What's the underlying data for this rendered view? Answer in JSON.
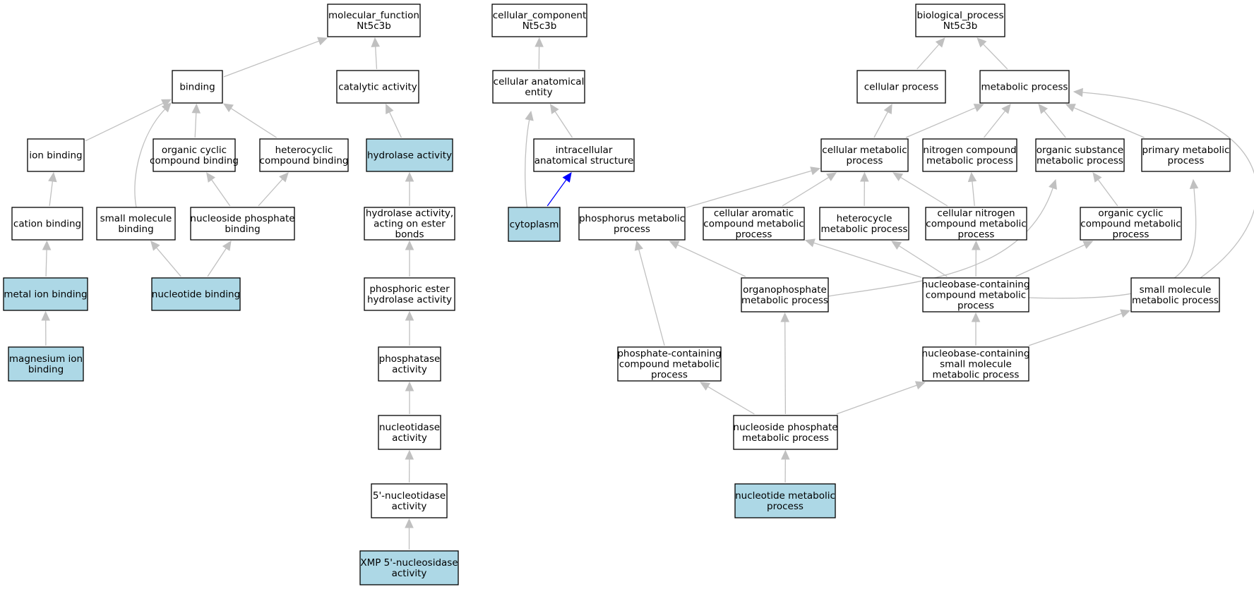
{
  "colors": {
    "highlight_fill": "#add8e6",
    "default_fill": "#ffffff",
    "edge": "#c0c0c0",
    "highlight_edge": "#0000ff"
  },
  "nodes": [
    {
      "id": "mf",
      "lines": [
        "molecular_function",
        "Nt5c3b"
      ],
      "highlight": false
    },
    {
      "id": "binding",
      "lines": [
        "binding"
      ],
      "highlight": false
    },
    {
      "id": "catalytic",
      "lines": [
        "catalytic activity"
      ],
      "highlight": false
    },
    {
      "id": "ionbind",
      "lines": [
        "ion binding"
      ],
      "highlight": false
    },
    {
      "id": "orgcyc",
      "lines": [
        "organic cyclic",
        "compound binding"
      ],
      "highlight": false
    },
    {
      "id": "hetcyc",
      "lines": [
        "heterocyclic",
        "compound binding"
      ],
      "highlight": false
    },
    {
      "id": "hydrolase",
      "lines": [
        "hydrolase activity"
      ],
      "highlight": true
    },
    {
      "id": "cation",
      "lines": [
        "cation binding"
      ],
      "highlight": false
    },
    {
      "id": "smallmol",
      "lines": [
        "small molecule",
        "binding"
      ],
      "highlight": false
    },
    {
      "id": "nucphosbind",
      "lines": [
        "nucleoside phosphate",
        "binding"
      ],
      "highlight": false
    },
    {
      "id": "hydroester",
      "lines": [
        "hydrolase activity,",
        "acting on ester",
        "bonds"
      ],
      "highlight": false
    },
    {
      "id": "metalion",
      "lines": [
        "metal ion binding"
      ],
      "highlight": true
    },
    {
      "id": "nucbind",
      "lines": [
        "nucleotide binding"
      ],
      "highlight": true
    },
    {
      "id": "phosester",
      "lines": [
        "phosphoric ester",
        "hydrolase activity"
      ],
      "highlight": false
    },
    {
      "id": "mgion",
      "lines": [
        "magnesium ion",
        "binding"
      ],
      "highlight": true
    },
    {
      "id": "phosphatase",
      "lines": [
        "phosphatase",
        "activity"
      ],
      "highlight": false
    },
    {
      "id": "nucleotidase",
      "lines": [
        "nucleotidase",
        "activity"
      ],
      "highlight": false
    },
    {
      "id": "nuc5",
      "lines": [
        "5'-nucleotidase",
        "activity"
      ],
      "highlight": false
    },
    {
      "id": "xmp",
      "lines": [
        "XMP 5'-nucleosidase",
        "activity"
      ],
      "highlight": true
    },
    {
      "id": "cc",
      "lines": [
        "cellular_component",
        "Nt5c3b"
      ],
      "highlight": false
    },
    {
      "id": "cae",
      "lines": [
        "cellular anatomical",
        "entity"
      ],
      "highlight": false
    },
    {
      "id": "ias",
      "lines": [
        "intracellular",
        "anatomical structure"
      ],
      "highlight": false
    },
    {
      "id": "cytoplasm",
      "lines": [
        "cytoplasm"
      ],
      "highlight": true
    },
    {
      "id": "bp",
      "lines": [
        "biological_process",
        "Nt5c3b"
      ],
      "highlight": false
    },
    {
      "id": "cellproc",
      "lines": [
        "cellular process"
      ],
      "highlight": false
    },
    {
      "id": "metproc",
      "lines": [
        "metabolic process"
      ],
      "highlight": false
    },
    {
      "id": "cellmet",
      "lines": [
        "cellular metabolic",
        "process"
      ],
      "highlight": false
    },
    {
      "id": "nitrocomp",
      "lines": [
        "nitrogen compound",
        "metabolic process"
      ],
      "highlight": false
    },
    {
      "id": "orgsub",
      "lines": [
        "organic substance",
        "metabolic process"
      ],
      "highlight": false
    },
    {
      "id": "primet",
      "lines": [
        "primary metabolic",
        "process"
      ],
      "highlight": false
    },
    {
      "id": "phosmet",
      "lines": [
        "phosphorus metabolic",
        "process"
      ],
      "highlight": false
    },
    {
      "id": "cellarom",
      "lines": [
        "cellular aromatic",
        "compound metabolic",
        "process"
      ],
      "highlight": false
    },
    {
      "id": "hetcycmet",
      "lines": [
        "heterocycle",
        "metabolic process"
      ],
      "highlight": false
    },
    {
      "id": "cellnitro",
      "lines": [
        "cellular nitrogen",
        "compound metabolic",
        "process"
      ],
      "highlight": false
    },
    {
      "id": "orgcycmet",
      "lines": [
        "organic cyclic",
        "compound metabolic",
        "process"
      ],
      "highlight": false
    },
    {
      "id": "organophos",
      "lines": [
        "organophosphate",
        "metabolic process"
      ],
      "highlight": false
    },
    {
      "id": "nucbasecomp",
      "lines": [
        "nucleobase-containing",
        "compound metabolic",
        "process"
      ],
      "highlight": false
    },
    {
      "id": "smallmolmet",
      "lines": [
        "small molecule",
        "metabolic process"
      ],
      "highlight": false
    },
    {
      "id": "phoscont",
      "lines": [
        "phosphate-containing",
        "compound metabolic",
        "process"
      ],
      "highlight": false
    },
    {
      "id": "nucbasesmall",
      "lines": [
        "nucleobase-containing",
        "small molecule",
        "metabolic process"
      ],
      "highlight": false
    },
    {
      "id": "nucphosmet",
      "lines": [
        "nucleoside phosphate",
        "metabolic process"
      ],
      "highlight": false
    },
    {
      "id": "nucmet",
      "lines": [
        "nucleotide metabolic",
        "process"
      ],
      "highlight": true
    }
  ],
  "edges": [
    {
      "from": "binding",
      "to": "mf"
    },
    {
      "from": "catalytic",
      "to": "mf"
    },
    {
      "from": "ionbind",
      "to": "binding"
    },
    {
      "from": "smallmol",
      "to": "binding"
    },
    {
      "from": "orgcyc",
      "to": "binding"
    },
    {
      "from": "hetcyc",
      "to": "binding"
    },
    {
      "from": "hydrolase",
      "to": "catalytic"
    },
    {
      "from": "cation",
      "to": "ionbind"
    },
    {
      "from": "metalion",
      "to": "cation"
    },
    {
      "from": "mgion",
      "to": "metalion"
    },
    {
      "from": "nucphosbind",
      "to": "orgcyc"
    },
    {
      "from": "nucphosbind",
      "to": "hetcyc"
    },
    {
      "from": "nucbind",
      "to": "smallmol"
    },
    {
      "from": "nucbind",
      "to": "nucphosbind"
    },
    {
      "from": "hydroester",
      "to": "hydrolase"
    },
    {
      "from": "phosester",
      "to": "hydroester"
    },
    {
      "from": "phosphatase",
      "to": "phosester"
    },
    {
      "from": "nucleotidase",
      "to": "phosphatase"
    },
    {
      "from": "nuc5",
      "to": "nucleotidase"
    },
    {
      "from": "xmp",
      "to": "nuc5"
    },
    {
      "from": "cae",
      "to": "cc"
    },
    {
      "from": "ias",
      "to": "cae"
    },
    {
      "from": "cytoplasm",
      "to": "cae"
    },
    {
      "from": "cytoplasm",
      "to": "ias",
      "highlight": true
    },
    {
      "from": "cellproc",
      "to": "bp"
    },
    {
      "from": "metproc",
      "to": "bp"
    },
    {
      "from": "cellmet",
      "to": "cellproc"
    },
    {
      "from": "cellmet",
      "to": "metproc"
    },
    {
      "from": "nitrocomp",
      "to": "metproc"
    },
    {
      "from": "orgsub",
      "to": "metproc"
    },
    {
      "from": "primet",
      "to": "metproc"
    },
    {
      "from": "smallmolmet",
      "to": "metproc"
    },
    {
      "from": "phosmet",
      "to": "cellmet"
    },
    {
      "from": "cellarom",
      "to": "cellmet"
    },
    {
      "from": "hetcycmet",
      "to": "cellmet"
    },
    {
      "from": "cellnitro",
      "to": "cellmet"
    },
    {
      "from": "cellnitro",
      "to": "nitrocomp"
    },
    {
      "from": "orgcycmet",
      "to": "orgsub"
    },
    {
      "from": "organophos",
      "to": "phosmet"
    },
    {
      "from": "organophos",
      "to": "orgsub"
    },
    {
      "from": "nucbasecomp",
      "to": "cellarom"
    },
    {
      "from": "nucbasecomp",
      "to": "hetcycmet"
    },
    {
      "from": "nucbasecomp",
      "to": "cellnitro"
    },
    {
      "from": "nucbasecomp",
      "to": "orgcycmet"
    },
    {
      "from": "nucbasecomp",
      "to": "primet"
    },
    {
      "from": "phoscont",
      "to": "phosmet"
    },
    {
      "from": "nucbasesmall",
      "to": "nucbasecomp"
    },
    {
      "from": "nucbasesmall",
      "to": "smallmolmet"
    },
    {
      "from": "nucphosmet",
      "to": "phoscont"
    },
    {
      "from": "nucphosmet",
      "to": "organophos"
    },
    {
      "from": "nucphosmet",
      "to": "nucbasesmall"
    },
    {
      "from": "nucmet",
      "to": "nucphosmet"
    }
  ]
}
